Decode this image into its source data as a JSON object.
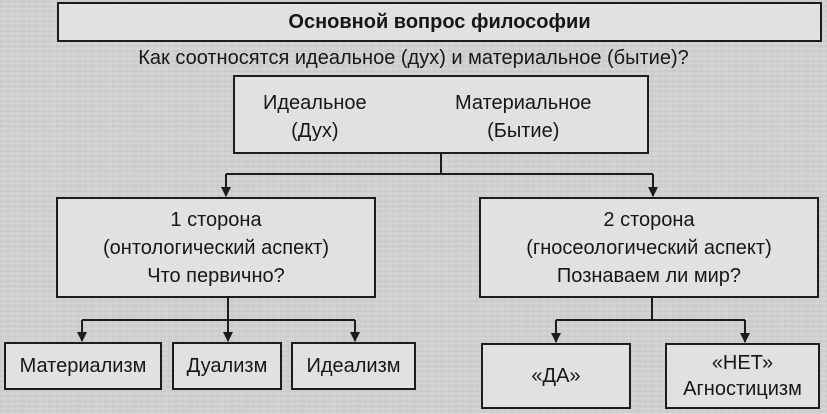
{
  "title": "Основной вопрос философии",
  "question": "Как соотносятся идеальное (дух) и материальное (бытие)?",
  "relation": {
    "left_term": "Идеальное",
    "left_sub": "(Дух)",
    "right_term": "Материальное",
    "right_sub": "(Бытие)"
  },
  "side1": {
    "line1": "1 сторона",
    "line2": "(онтологический аспект)",
    "line3": "Что первично?"
  },
  "side2": {
    "line1": "2 сторона",
    "line2": "(гносеологический аспект)",
    "line3": "Познаваем ли мир?"
  },
  "ontological_answers": [
    "Материализм",
    "Дуализм",
    "Идеализм"
  ],
  "epistemological_answers": {
    "yes": "«ДА»",
    "no": "«НЕТ»",
    "no_sub": "Агностицизм"
  }
}
